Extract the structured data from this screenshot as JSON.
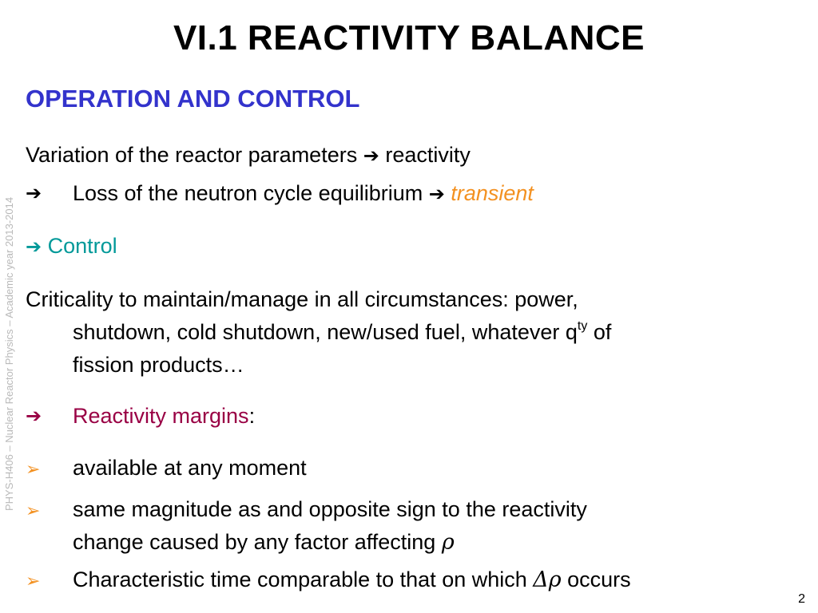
{
  "slide": {
    "title": "VI.1 REACTIVITY BALANCE",
    "side_label": "PHYS-H406 – Nuclear Reactor Physics – Academic year 2013-2014",
    "subtitle": "OPERATION AND CONTROL",
    "page_number": "2"
  },
  "glyphs": {
    "arrow": "➔",
    "chevron": "➢",
    "rho": "ρ",
    "delta": "Δ"
  },
  "line1": {
    "text": "Variation of the reactor parameters ",
    "tail": " reactivity"
  },
  "line2": {
    "text": "Loss of the neutron cycle equilibrium ",
    "highlight": "transient"
  },
  "control": {
    "text": " Control"
  },
  "criticality": {
    "line1": "Criticality to maintain/manage in all circumstances: power,",
    "line2": "shutdown, cold shutdown, new/used fuel, whatever q",
    "line2_sup": "ty",
    "line2_tail": " of",
    "line3": "fission products…"
  },
  "margins": {
    "label": "Reactivity margins",
    "colon": ":"
  },
  "bullets": {
    "b1": "available at any moment",
    "b2_line1": "same magnitude as and opposite sign to the reactivity",
    "b2_line2": "change caused by any factor affecting ",
    "b3": "Characteristic time comparable to that on which ",
    "b3_tail": " occurs"
  }
}
